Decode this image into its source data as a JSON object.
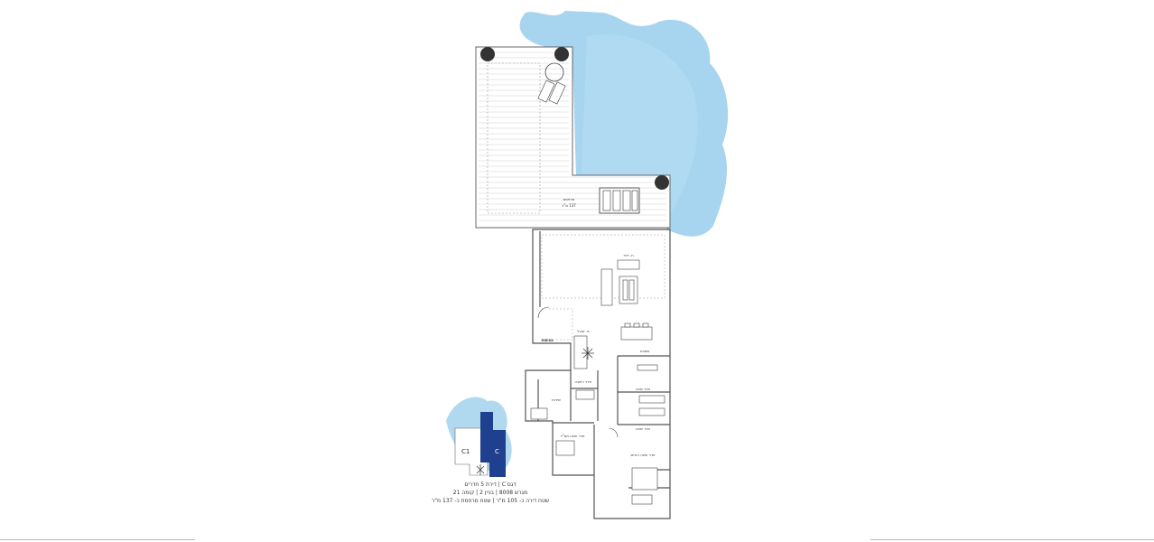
{
  "floorplan": {
    "terrace": {
      "name": "מרפסת",
      "area": "137 מ\"ר"
    },
    "living_room": "ח. דיור",
    "dining": "פ. אוכל",
    "kitchen": "מטבח",
    "entrance": "כניסה",
    "bedroom_1": "חדר שינה",
    "bedroom_2": "חדר שינה",
    "bedroom_3": "חדר שינה הורים",
    "mamad": "חדר שינה ממ\"ד",
    "bathroom": "חדר רחצה",
    "laundry": "שירות"
  },
  "keyplan": {
    "label_c1": "C1",
    "label_c": "C"
  },
  "caption": {
    "line1": "דגם C | דירת 5 חדרים",
    "line2": "מגרש 8008 | בניין 2 | קומה 21",
    "line3": "שטח דירה כ- 105 מ\"ר | שטח מרפסת כ- 137 מ\"ר"
  },
  "colors": {
    "watercolor": "#8ec9ea",
    "watercolor_light": "#b6def4",
    "building_c": "#1f3f8f",
    "wall": "#555555"
  }
}
